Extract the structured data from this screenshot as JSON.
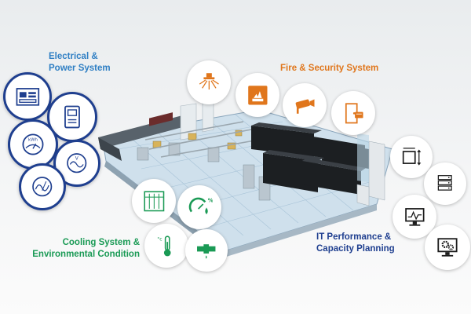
{
  "labels": {
    "electrical": [
      "Electrical &",
      "Power System"
    ],
    "fire": "Fire & Security System",
    "cooling": [
      "Cooling System &",
      "Environmental Condition"
    ],
    "it": [
      "IT Performance &",
      "Capacity Planning"
    ]
  },
  "colors": {
    "electrical": "#2f7fc4",
    "fire": "#e0761c",
    "cooling": "#1a9a55",
    "it": "#1f3f8f"
  },
  "icons": {
    "electrical": [
      "power-panel-icon",
      "ups-icon",
      "kwh-meter-icon",
      "voltage-meter-icon",
      "current-meter-icon"
    ],
    "fire": [
      "sprinkler-icon",
      "fire-alarm-icon",
      "cctv-camera-icon",
      "access-door-icon"
    ],
    "cooling": [
      "crac-unit-icon",
      "humidity-gauge-icon",
      "thermometer-icon",
      "leak-detection-icon"
    ],
    "it": [
      "capacity-resize-icon",
      "server-rack-icon",
      "monitor-chart-icon",
      "monitor-settings-icon"
    ]
  },
  "icon_text": {
    "kwh": "kWh",
    "volt": "V",
    "percent": "%",
    "celsius": "°c"
  }
}
